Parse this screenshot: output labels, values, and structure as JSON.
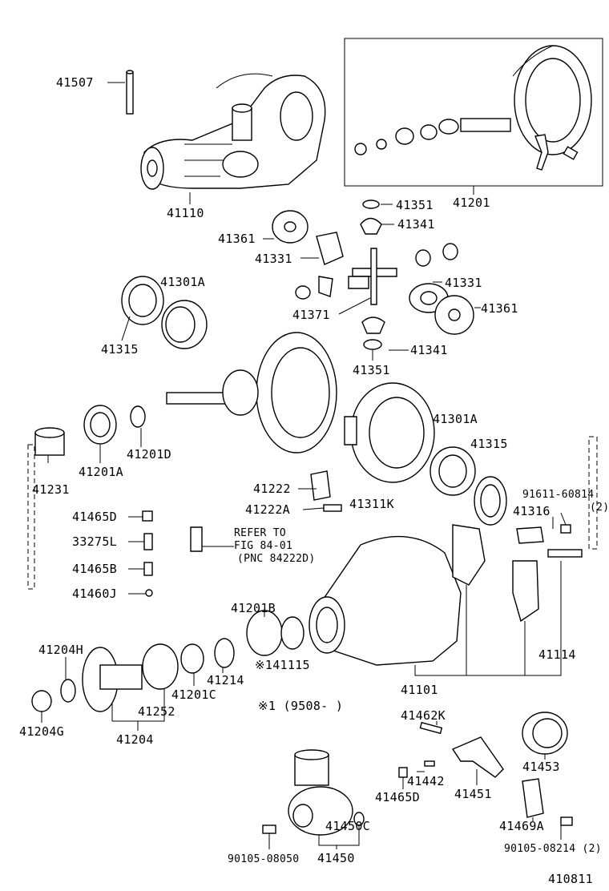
{
  "labels": {
    "p41507": "41507",
    "p41110": "41110",
    "p41201_top": "41201",
    "p41351_a": "41351",
    "p41341_a": "41341",
    "p41361_a": "41361",
    "p41331_a": "41331",
    "p41301A_a": "41301A",
    "p41331_b": "41331",
    "p41371": "41371",
    "p41361_b": "41361",
    "p41315_a": "41315",
    "p41341_b": "41341",
    "p41351_b": "41351",
    "p41301A_b": "41301A",
    "p41315_b": "41315",
    "p41231": "41231",
    "p41201A": "41201A",
    "p41201D": "41201D",
    "p41222": "41222",
    "p41222A": "41222A",
    "p41311K": "41311K",
    "p91611": "91611-60814",
    "p91611_qty": "(2)",
    "p41316": "41316",
    "p41465D_a": "41465D",
    "p33275L": "33275L",
    "p41465B": "41465B",
    "p41460J": "41460J",
    "refer1": "REFER TO",
    "refer2": "FIG 84-01",
    "refer3": "(PNC 84222D)",
    "p41201B": "41201B",
    "p41204H": "41204H",
    "p41214": "41214",
    "p41115": "※141115",
    "p41114": "41114",
    "p41201C": "41201C",
    "p41252": "41252",
    "p41101": "41101",
    "p41204G": "41204G",
    "p41204": "41204",
    "note1": "※1 (9508-      )",
    "p41462K": "41462K",
    "p41453": "41453",
    "p41442": "41442",
    "p41465D_b": "41465D",
    "p41451": "41451",
    "p41450C": "41450C",
    "p41469A": "41469A",
    "p90105_08050": "90105-08050",
    "p41450": "41450",
    "p90105_08214": "90105-08214 (2)",
    "figure_id": "410811"
  }
}
